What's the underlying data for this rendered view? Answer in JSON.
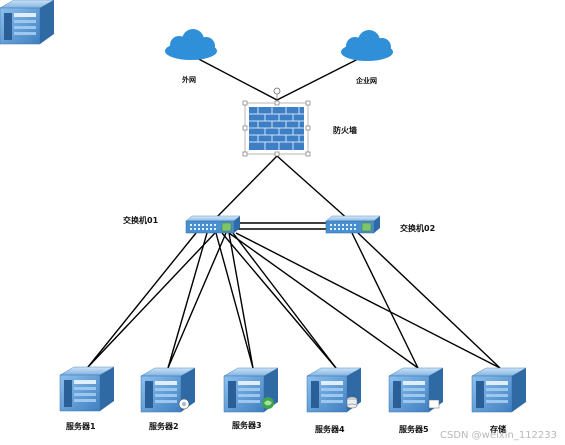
{
  "nodes": {
    "internet": "外网",
    "enterprise_net": "企业网",
    "firewall": "防火墙",
    "switch_01": "交换机01",
    "switch_02": "交换机02",
    "server_1": "服务器1",
    "server_2": "服务器2",
    "server_3": "服务器3",
    "server_4": "服务器4",
    "server_5": "服务器5",
    "storage": "存储"
  },
  "watermark": "CSDN @weixin_112233",
  "colors": {
    "cloud": "#2f8fd8",
    "brick": "#3d7ec4",
    "switch": "#4a90d0",
    "server": "#5b9ad6",
    "line": "#000000"
  }
}
